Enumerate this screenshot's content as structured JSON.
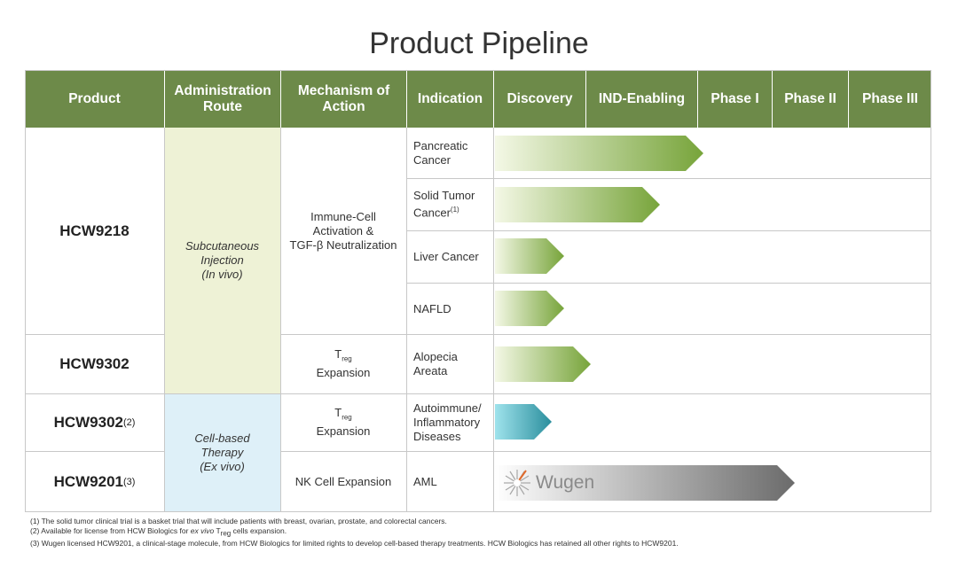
{
  "title": "Product Pipeline",
  "headers": [
    "Product",
    "Administration Route",
    "Mechanism of Action",
    "Indication",
    "Discovery",
    "IND-Enabling",
    "Phase I",
    "Phase II",
    "Phase III"
  ],
  "products": {
    "hcw9218": "HCW9218",
    "hcw9302_a": "HCW9302",
    "hcw9302_b": "HCW9302",
    "hcw9302_b_note": "(2)",
    "hcw9201": "HCW9201",
    "hcw9201_note": "(3)"
  },
  "routes": {
    "subcutaneous": [
      "Subcutaneous",
      "Injection",
      "(In vivo)"
    ],
    "cell_based": [
      "Cell-based",
      "Therapy",
      "(Ex vivo)"
    ]
  },
  "mechanisms": {
    "immune_cell": [
      "Immune-Cell",
      "Activation &",
      "TGF-β Neutralization"
    ],
    "treg_t": "T",
    "treg_sub": "reg",
    "treg_expansion": "Expansion",
    "nk_cell": "NK Cell Expansion"
  },
  "indications": {
    "pancreatic": [
      "Pancreatic",
      "Cancer"
    ],
    "solid_tumor": [
      "Solid Tumor",
      "Cancer"
    ],
    "solid_tumor_note": "(1)",
    "liver": "Liver Cancer",
    "nafld": "NAFLD",
    "alopecia": [
      "Alopecia",
      "Areata"
    ],
    "autoimmune": [
      "Autoimmune/",
      "Inflammatory",
      "Diseases"
    ],
    "aml": "AML"
  },
  "progress": {
    "pancreatic": 0.48,
    "solid_tumor": 0.38,
    "liver": 0.16,
    "nafld": 0.16,
    "alopecia": 0.22,
    "autoimmune": 0.13,
    "aml": 0.69
  },
  "wugen_logo": "Wugen",
  "colors": {
    "header": "#6d8a49",
    "subcutaneous_bg": "#eef2d6",
    "cell_based_bg": "#def0f8",
    "arrow_green": "#77a43a",
    "arrow_teal": "#2a8e9d",
    "arrow_gray": "#6b6b6b"
  },
  "footnotes": [
    "(1) The solid tumor clinical trial is a basket trial that will include patients with breast, ovarian, prostate, and colorectal cancers.",
    "(2) Available for license from HCW Biologics for ex vivo T",
    "reg",
    " cells expansion.",
    "(3) Wugen licensed HCW9201, a clinical-stage molecule, from HCW Biologics for limited rights to develop cell-based therapy treatments.  HCW Biologics has retained all other rights to HCW9201."
  ],
  "footnote2_prefix": "(2) Available for license from HCW Biologics for ",
  "footnote2_italic": "ex vivo",
  "footnote2_t": " T",
  "footnote2_suffix": " cells expansion."
}
